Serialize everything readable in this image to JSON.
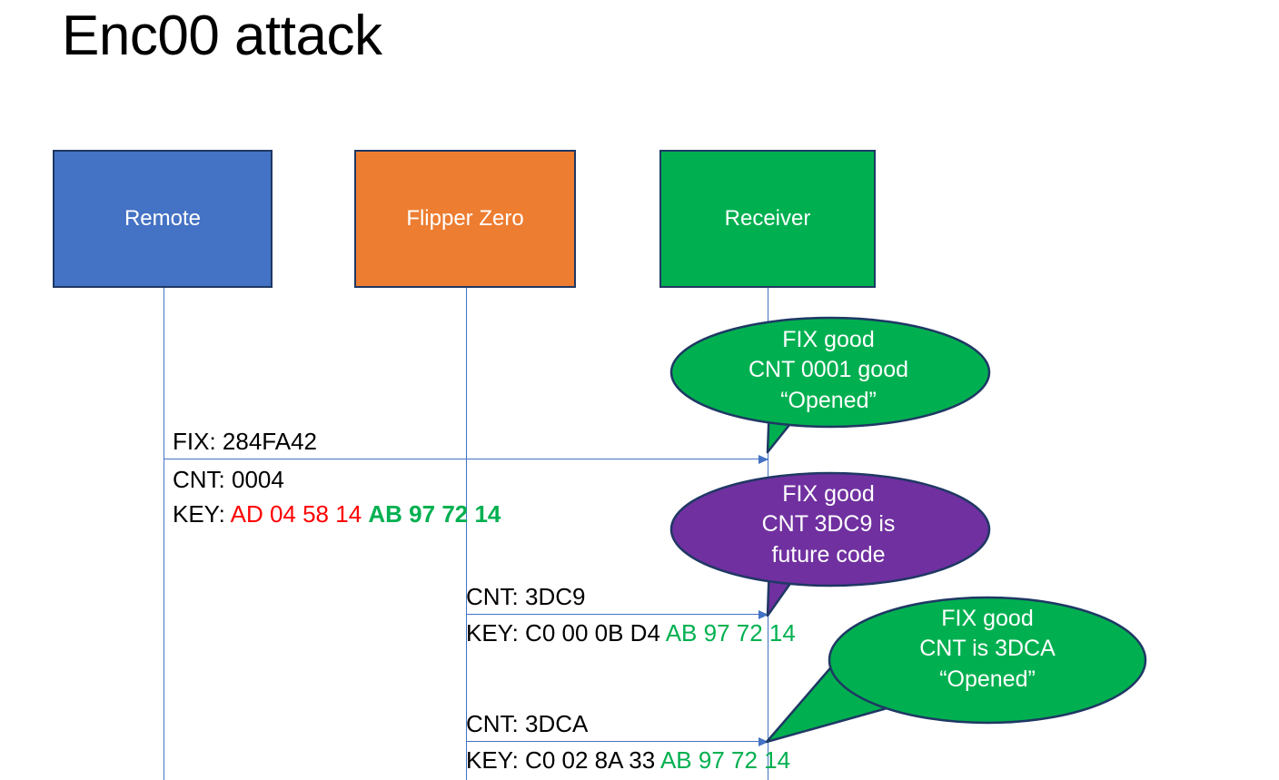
{
  "slide": {
    "title": "Enc00 attack"
  },
  "actors": [
    {
      "id": "remote",
      "label": "Remote",
      "color": "#4472C4"
    },
    {
      "id": "flipper",
      "label": "Flipper Zero",
      "color": "#ED7D31"
    },
    {
      "id": "receiver",
      "label": "Receiver",
      "color": "#00B050"
    }
  ],
  "colors": {
    "box_border": "#1F3864",
    "lifeline": "#4472C4",
    "arrow": "#4472C4",
    "hex_red": "#FF0000",
    "hex_green": "#00B050",
    "bubble_green": "#00B050",
    "bubble_purple": "#7030A0",
    "bubble_outline": "#1F3864",
    "text_black": "#000000",
    "text_white": "#FFFFFF"
  },
  "messages": [
    {
      "id": "msg-1",
      "from": "remote",
      "to": "receiver",
      "fix_label": "FIX: 284FA42",
      "cnt_label": "CNT: 0004",
      "key_prefix": "KEY: ",
      "key_first_half": "AD 04 58 14",
      "key_second_half": "AB 97 72 14"
    },
    {
      "id": "msg-2",
      "from": "flipper",
      "to": "receiver",
      "cnt_label": "CNT: 3DC9",
      "key_prefix": "KEY: ",
      "key_first_half": "C0 00 0B D4",
      "key_second_half": "AB 97 72 14"
    },
    {
      "id": "msg-3",
      "from": "flipper",
      "to": "receiver",
      "cnt_label": "CNT: 3DCA",
      "key_prefix": "KEY: ",
      "key_first_half": "C0 02 8A 33",
      "key_second_half": "AB 97 72 14"
    }
  ],
  "callouts": [
    {
      "id": "callout-1",
      "fill": "#00B050",
      "line1": "FIX good",
      "line2": "CNT 0001 good",
      "line3": "“Opened”"
    },
    {
      "id": "callout-2",
      "fill": "#7030A0",
      "line1": "FIX good",
      "line2": "CNT 3DC9 is",
      "line3": "future code"
    },
    {
      "id": "callout-3",
      "fill": "#00B050",
      "line1": "FIX good",
      "line2": "CNT is 3DCA",
      "line3": "“Opened”"
    }
  ]
}
